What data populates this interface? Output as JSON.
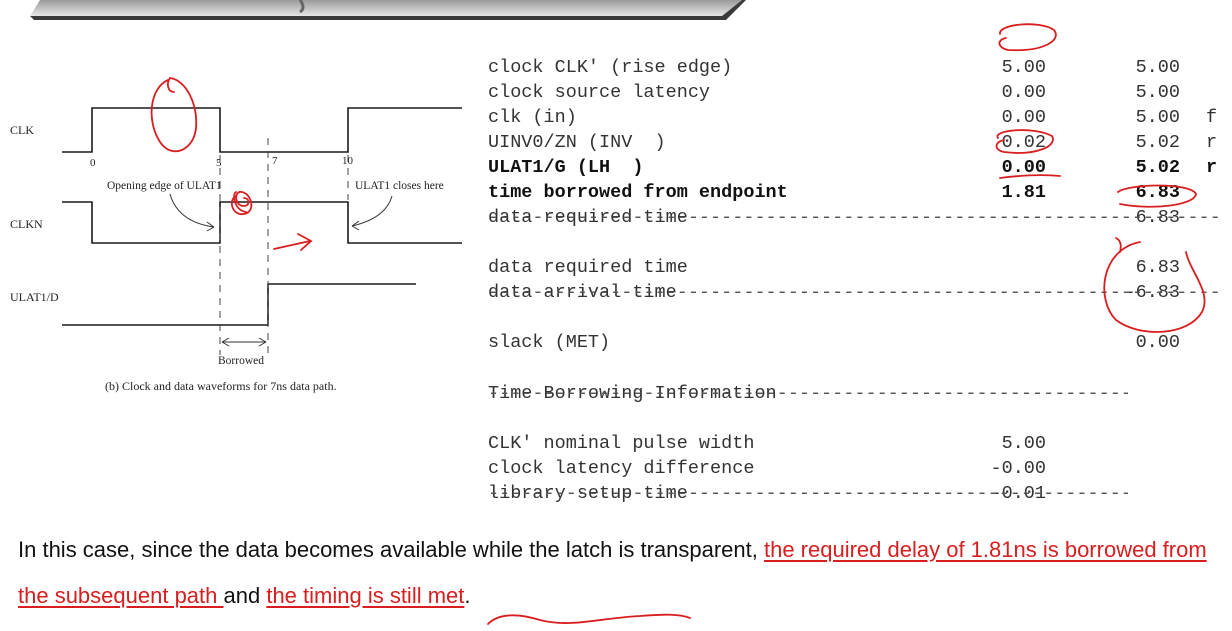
{
  "waveform": {
    "signals": [
      {
        "name": "CLK"
      },
      {
        "name": "CLKN"
      },
      {
        "name": "ULAT1/D"
      }
    ],
    "time_marks": [
      "0",
      "5",
      "7",
      "10"
    ],
    "annotations": {
      "opening_edge": "Opening edge of ULAT1",
      "closes_here": "ULAT1 closes here",
      "borrowed": "Borrowed"
    },
    "caption": "(b) Clock and data waveforms for 7ns data path."
  },
  "report": {
    "rows": [
      {
        "label": "clock CLK' (rise edge)",
        "incr": "5.00",
        "path": "5.00",
        "flag": "",
        "bold": false
      },
      {
        "label": "clock source latency",
        "incr": "0.00",
        "path": "5.00",
        "flag": "",
        "bold": false
      },
      {
        "label": "clk (in)",
        "incr": "0.00",
        "path": "5.00",
        "flag": "f",
        "bold": false
      },
      {
        "label": "UINV0/ZN (INV  )",
        "incr": "0.02",
        "path": "5.02",
        "flag": "r",
        "bold": false
      },
      {
        "label": "ULAT1/G (LH  )",
        "incr": "0.00",
        "path": "5.02",
        "flag": "r",
        "bold": true
      },
      {
        "label": "time borrowed from endpoint",
        "incr": "1.81",
        "path": "6.83",
        "flag": "",
        "bold": true
      },
      {
        "label": "data required time",
        "incr": "",
        "path": "6.83",
        "flag": "",
        "bold": false
      },
      {
        "label": "data required time",
        "incr": "",
        "path": "6.83",
        "flag": "",
        "bold": false
      },
      {
        "label": "data arrival time",
        "incr": "",
        "path": "-6.83",
        "flag": "",
        "bold": false
      },
      {
        "label": "slack (MET)",
        "incr": "",
        "path": "0.00",
        "flag": "",
        "bold": false
      },
      {
        "label": "Time Borrowing Information",
        "incr": "",
        "path": "",
        "flag": "",
        "bold": false
      },
      {
        "label": "CLK' nominal pulse width",
        "incr": "5.00",
        "path": "",
        "flag": "",
        "bold": false
      },
      {
        "label": "clock latency difference",
        "incr": "-0.00",
        "path": "",
        "flag": "",
        "bold": false
      },
      {
        "label": "library setup time",
        "incr": "-0.01",
        "path": "",
        "flag": "",
        "bold": false
      }
    ]
  },
  "explanation": {
    "part1": "In this case, since the data becomes available while the latch is transparent, ",
    "highlight1": "the required delay of 1.81ns is borrowed from the subsequent path ",
    "part2": "and ",
    "highlight2": "the timing is still met",
    "part3": "."
  },
  "colors": {
    "ink": "#d81e1e",
    "waveform": "#1a1a1a"
  }
}
